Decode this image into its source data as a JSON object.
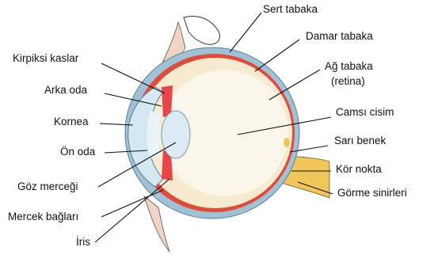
{
  "diagram": {
    "labels_left": {
      "kirpiksi_kaslar": "Kirpiksi kaslar",
      "arka_oda": "Arka oda",
      "kornea": "Kornea",
      "on_oda": "Ön oda",
      "goz_mercegi": "Göz merceği",
      "mercek_baglari": "Mercek bağları",
      "iris": "İris"
    },
    "labels_right": {
      "sert_tabaka": "Sert tabaka",
      "damar_tabaka": "Damar tabaka",
      "ag_tabaka": "Ağ tabaka",
      "retina": "(retina)",
      "camsi_cisim": "Camsı cisim",
      "sari_benek": "Sarı benek",
      "kor_nokta": "Kör nokta",
      "gorme_sinirleri": "Görme sinirleri"
    },
    "colors": {
      "sclera_outer": "#9fc2d6",
      "choroid": "#e24a3a",
      "retina_fill": "#f6ead0",
      "vitreous": "#fbf6ea",
      "lens": "#dbeaf3",
      "iris_red": "#e7454a",
      "optic_nerve": "#f0c65a",
      "eyelid": "#f3d3c6",
      "line": "#111111"
    }
  }
}
